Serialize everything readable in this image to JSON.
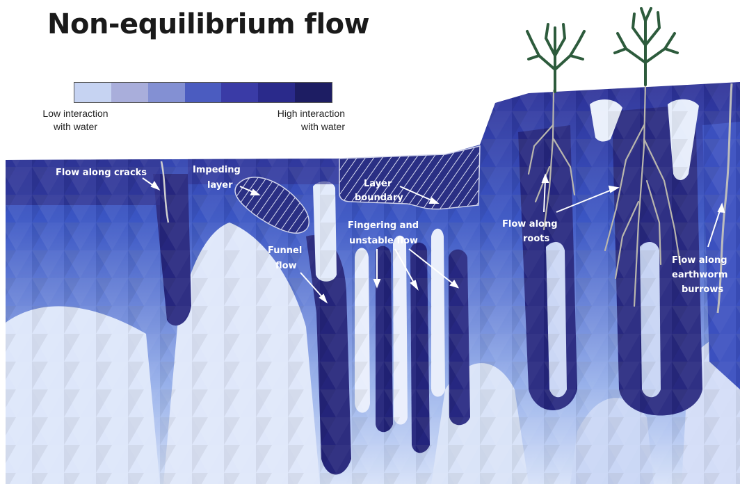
{
  "title": "Non-equilibrium flow",
  "legend": {
    "low_line1": "Low interaction",
    "low_line2": "with water",
    "high_line1": "High interaction",
    "high_line2": "with water",
    "colors": [
      "#c6d3f2",
      "#a9aedb",
      "#8390d3",
      "#4b5cc0",
      "#3a3ba6",
      "#2a2a8b",
      "#1d1d63"
    ]
  },
  "labels": {
    "cracks": "Flow along cracks",
    "impeding_1": "Impeding",
    "impeding_2": "layer",
    "boundary_1": "Layer",
    "boundary_2": "boundary",
    "funnel_1": "Funnel",
    "funnel_2": "flow",
    "fingering_1": "Fingering and",
    "fingering_2": "unstable flow",
    "roots_1": "Flow along",
    "roots_2": "roots",
    "burrows_1": "Flow along",
    "burrows_2": "earthworm",
    "burrows_3": "burrows"
  },
  "colors": {
    "deep": "#262680",
    "mid": "#3a54c6",
    "light": "#9fb6ee",
    "pale": "#e4ecfb",
    "tree": "#2d5b3c",
    "root": "#b9b6ad"
  }
}
